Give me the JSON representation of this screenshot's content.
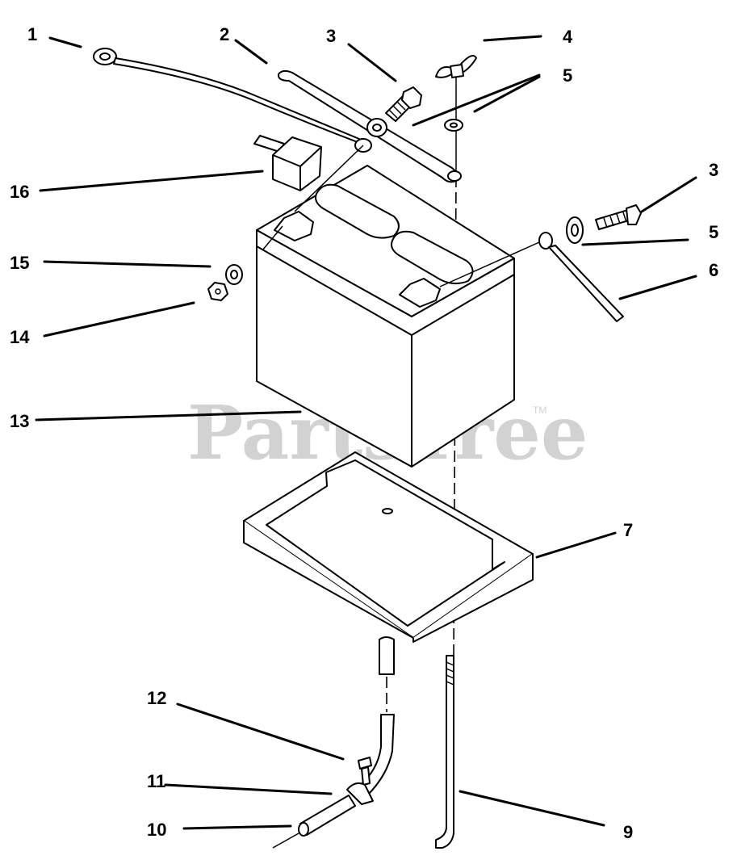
{
  "watermark": {
    "text": "PartsTree",
    "trademark": "TM"
  },
  "callouts": [
    {
      "id": "c1",
      "text": "1"
    },
    {
      "id": "c2",
      "text": "2"
    },
    {
      "id": "c3a",
      "text": "3"
    },
    {
      "id": "c4",
      "text": "4"
    },
    {
      "id": "c5a",
      "text": "5"
    },
    {
      "id": "c3b",
      "text": "3"
    },
    {
      "id": "c5b",
      "text": "5"
    },
    {
      "id": "c6",
      "text": "6"
    },
    {
      "id": "c16",
      "text": "16"
    },
    {
      "id": "c15",
      "text": "15"
    },
    {
      "id": "c14",
      "text": "14"
    },
    {
      "id": "c13",
      "text": "13"
    },
    {
      "id": "c7",
      "text": "7"
    },
    {
      "id": "c12",
      "text": "12"
    },
    {
      "id": "c11",
      "text": "11"
    },
    {
      "id": "c10",
      "text": "10"
    },
    {
      "id": "c9",
      "text": "9"
    }
  ]
}
